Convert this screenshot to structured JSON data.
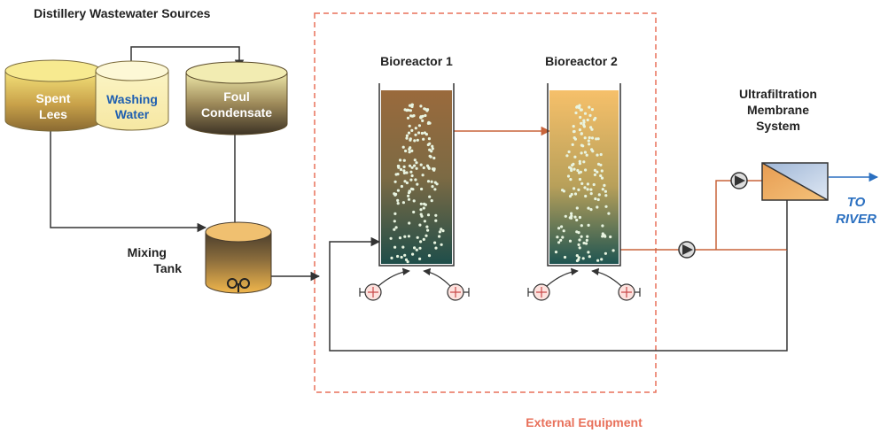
{
  "header": {
    "title": "Distillery Wastewater Sources"
  },
  "sources": {
    "spent_lees": [
      "Spent",
      "Lees"
    ],
    "washing_water": [
      "Washing",
      "Water"
    ],
    "foul_condensate": [
      "Foul",
      "Condensate"
    ]
  },
  "mixing_tank": {
    "label": [
      "Mixing",
      "Tank"
    ]
  },
  "bioreactors": [
    {
      "label": "Bioreactor 1"
    },
    {
      "label": "Bioreactor 2"
    }
  ],
  "membrane": {
    "label": [
      "Ultrafiltration",
      "Membrane",
      "System"
    ]
  },
  "outlet": {
    "label": [
      "TO",
      "RIVER"
    ]
  },
  "external": {
    "label": "External Equipment"
  },
  "colors": {
    "line": "#333333",
    "orange_line": "#c8643a",
    "dashed_box": "#e8705a",
    "outlet_blue": "#2a6fc0",
    "washing_text": "#1f5fb0",
    "source_text": "#ffffff"
  }
}
